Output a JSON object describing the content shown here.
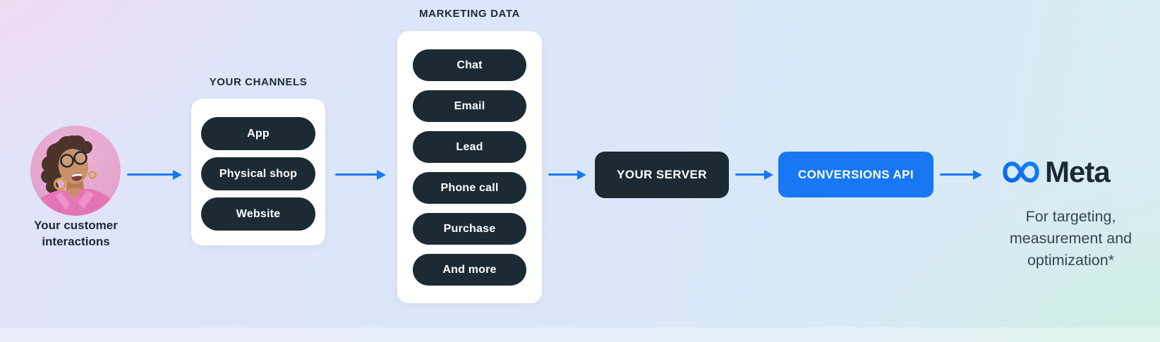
{
  "diagram": {
    "customer": {
      "caption_line1": "Your customer",
      "caption_line2": "interactions"
    },
    "channels": {
      "heading": "YOUR CHANNELS",
      "items": [
        "App",
        "Physical shop",
        "Website"
      ]
    },
    "marketing_data": {
      "heading": "MARKETING DATA",
      "items": [
        "Chat",
        "Email",
        "Lead",
        "Phone call",
        "Purchase",
        "And more"
      ]
    },
    "server": {
      "label": "YOUR SERVER"
    },
    "conversions_api": {
      "label": "CONVERSIONS API"
    },
    "meta": {
      "brand": "Meta",
      "tagline": [
        "For targeting,",
        "measurement and",
        "optimization*"
      ]
    },
    "colors": {
      "dark_navy": "#1c2b33",
      "accent_blue": "#1877f2",
      "panel_white": "#ffffff",
      "tagline_gray": "#37454e"
    }
  }
}
